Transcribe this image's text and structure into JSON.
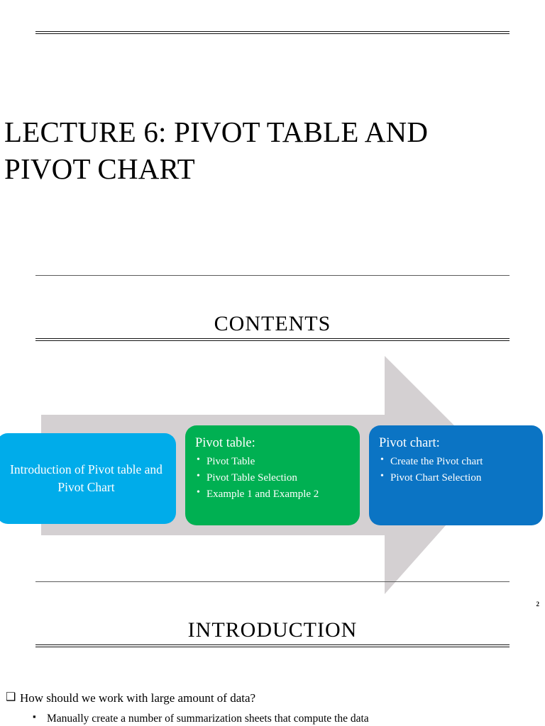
{
  "document": {
    "type": "slide-deck-scroll",
    "page_number": "2"
  },
  "colors": {
    "box_intro_bg": "#00ACEA",
    "box_pivot_table_bg": "#00B052",
    "box_pivot_chart_bg": "#0B74C4",
    "arrow_fill": "#D4D0D2",
    "rule_dark": "#141414",
    "rule_gray": "#5B5B5B",
    "text": "#000000",
    "box_text": "#FFFFFF"
  },
  "title_slide": {
    "heading": "LECTURE 6: PIVOT TABLE AND PIVOT CHART"
  },
  "contents_slide": {
    "heading": "CONTENTS",
    "boxes": [
      {
        "id": "intro",
        "title": "Introduction of Pivot table and Pivot Chart",
        "items": []
      },
      {
        "id": "pivot-table",
        "title": "Pivot table:",
        "items": [
          "Pivot Table",
          "Pivot Table Selection",
          "Example 1 and Example 2"
        ]
      },
      {
        "id": "pivot-chart",
        "title": "Pivot chart:",
        "items": [
          "Create the Pivot chart",
          "Pivot Chart Selection"
        ]
      }
    ]
  },
  "introduction_slide": {
    "heading": "INTRODUCTION",
    "bullets": [
      {
        "level": 1,
        "text": "How should we work with large amount of data?"
      },
      {
        "level": 2,
        "text": "Manually create a number of summarization sheets that compute the data"
      }
    ]
  }
}
